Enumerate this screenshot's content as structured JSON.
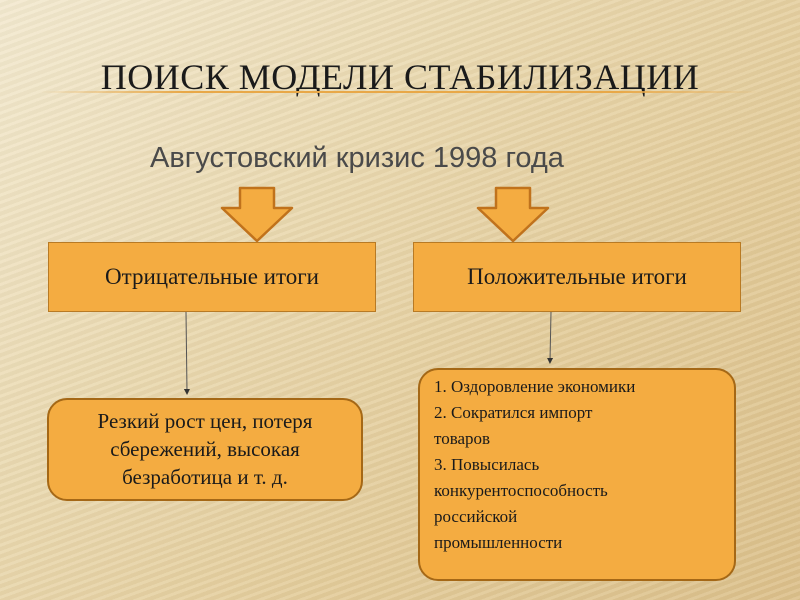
{
  "title": "ПОИСК МОДЕЛИ СТАБИЛИЗАЦИИ",
  "subtitle": "Августовский кризис 1998 года",
  "negative": {
    "heading": "Отрицательные итоги",
    "result": "Резкий рост цен, потеря сбережений, высокая безработица и т. д."
  },
  "positive": {
    "heading": "Положительные итоги",
    "result_lines": [
      " 1. Оздоровление экономики",
      " 2. Сократился импорт",
      "товаров",
      " 3. Повысилась",
      "конкурентоспособность",
      "российской",
      "промышленности"
    ]
  },
  "colors": {
    "box_fill": "#f4ac41",
    "arrow_fill": "#f4ac41",
    "arrow_stroke": "#c0721c"
  }
}
